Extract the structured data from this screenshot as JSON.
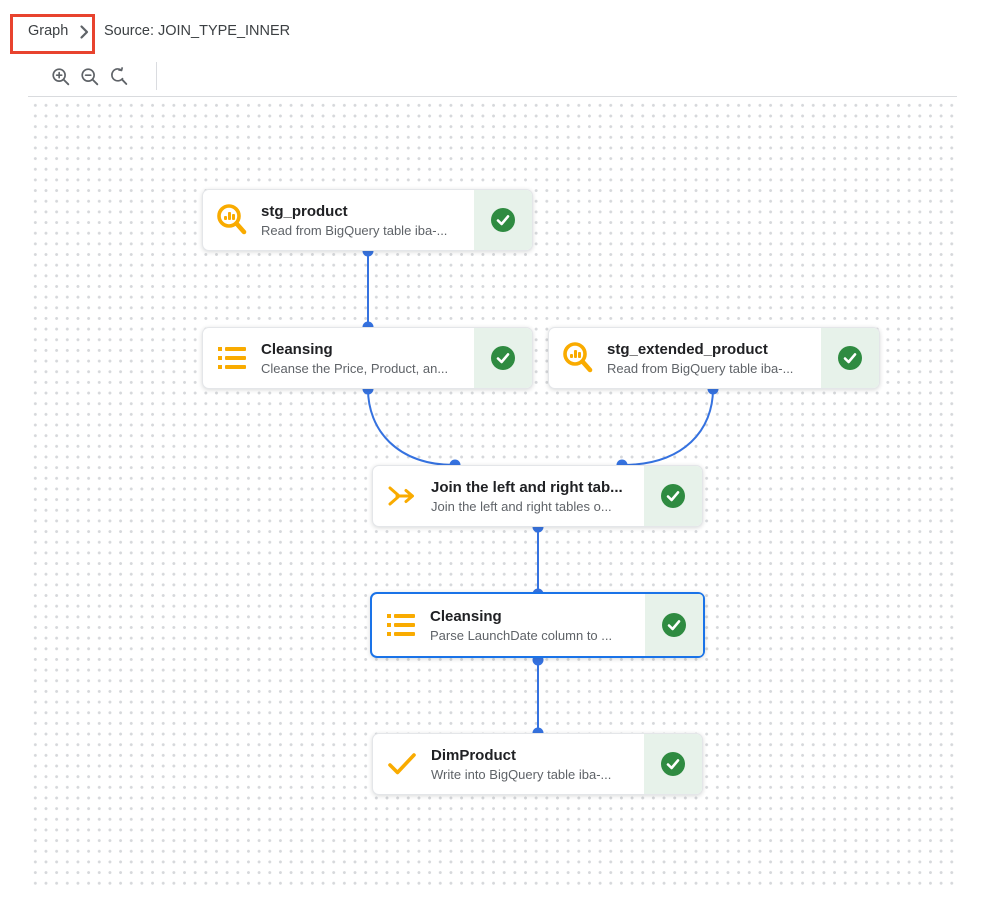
{
  "breadcrumb": {
    "graph_label": "Graph",
    "source_label": "Source: JOIN_TYPE_INNER"
  },
  "annotation": {
    "description": "red highlight box around Graph breadcrumb",
    "color": "#e8432e"
  },
  "toolbar": {
    "zoom_in_icon": "magnifier-plus",
    "zoom_out_icon": "magnifier-minus",
    "zoom_reset_icon": "magnifier-reset-arrow"
  },
  "colors": {
    "edge_blue": "#3572e0",
    "selection_blue": "#1a73e8",
    "plugin_yellow": "#f9ab00",
    "status_badge_green": "#2f8b41",
    "status_bg_green": "#e7f2ea",
    "annotation_red": "#e8432e"
  },
  "nodes": [
    {
      "id": "stg_product",
      "icon": "source-magnifier-chart-icon",
      "title": "stg_product",
      "subtitle": "Read from BigQuery table iba-...",
      "status": "success",
      "selected": false
    },
    {
      "id": "cleansing_1",
      "icon": "wrangler-list-icon",
      "title": "Cleansing",
      "subtitle": "Cleanse the Price, Product, an...",
      "status": "success",
      "selected": false
    },
    {
      "id": "stg_extended_product",
      "icon": "source-magnifier-chart-icon",
      "title": "stg_extended_product",
      "subtitle": "Read from BigQuery table iba-...",
      "status": "success",
      "selected": false
    },
    {
      "id": "join",
      "icon": "join-merge-arrow-icon",
      "title": "Join the left and right tab...",
      "subtitle": "Join the left and right tables o...",
      "status": "success",
      "selected": false
    },
    {
      "id": "cleansing_2",
      "icon": "wrangler-list-icon",
      "title": "Cleansing",
      "subtitle": "Parse LaunchDate column to ...",
      "status": "success",
      "selected": true
    },
    {
      "id": "dimproduct",
      "icon": "sink-check-icon",
      "title": "DimProduct",
      "subtitle": "Write into BigQuery table iba-...",
      "status": "success",
      "selected": false
    }
  ],
  "edges": [
    {
      "from": "stg_product",
      "to": "cleansing_1"
    },
    {
      "from": "cleansing_1",
      "to": "join"
    },
    {
      "from": "stg_extended_product",
      "to": "join"
    },
    {
      "from": "join",
      "to": "cleansing_2"
    },
    {
      "from": "cleansing_2",
      "to": "dimproduct"
    }
  ]
}
